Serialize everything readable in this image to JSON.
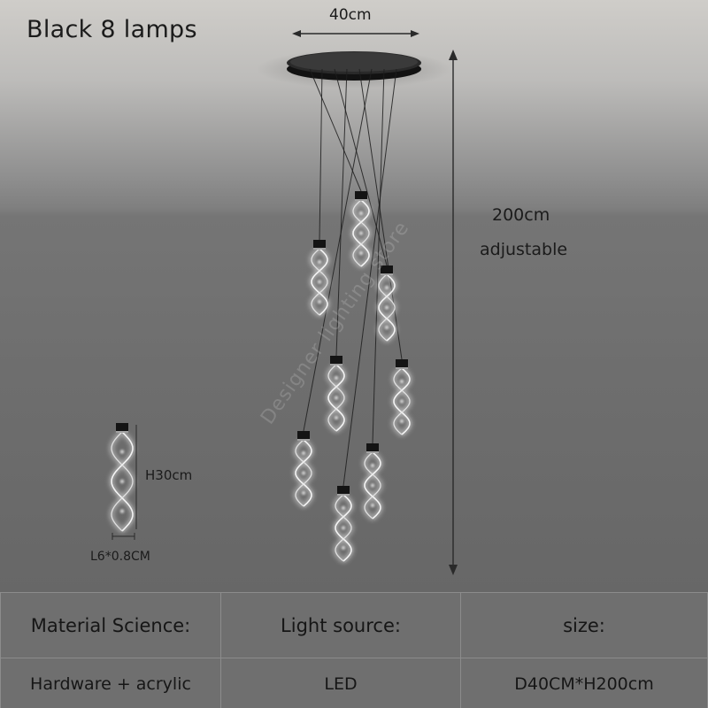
{
  "title": "Black 8 lamps",
  "dimensions": {
    "width": "40cm",
    "height": "200cm",
    "height_note": "adjustable",
    "pendant_height": "H30cm",
    "pendant_size": "L6*0.8CM"
  },
  "watermark": "Designer lighting store",
  "specs": {
    "headers": [
      "Material Science:",
      "Light source:",
      "size:"
    ],
    "values": [
      "Hardware + acrylic",
      "LED",
      "D40CM*H200cm"
    ]
  },
  "product": {
    "lamp_count": 8,
    "finish": "black"
  },
  "colors": {
    "canopy": "#222222",
    "glow": "#ffffff",
    "text": "#1b1b1b"
  }
}
